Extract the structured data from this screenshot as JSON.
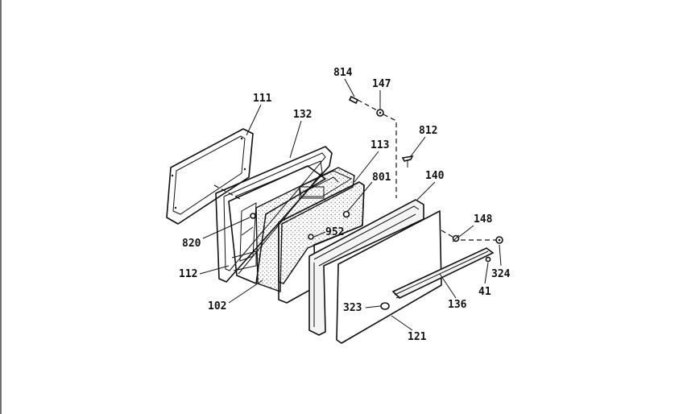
{
  "diagram": {
    "parts": {
      "p111": "111",
      "p132": "132",
      "p113": "113",
      "p801": "801",
      "p814": "814",
      "p147": "147",
      "p812": "812",
      "p140": "140",
      "p148": "148",
      "p324": "324",
      "p41": "41",
      "p136": "136",
      "p121": "121",
      "p323": "323",
      "p952": "952",
      "p820": "820",
      "p112": "112",
      "p102": "102"
    }
  }
}
